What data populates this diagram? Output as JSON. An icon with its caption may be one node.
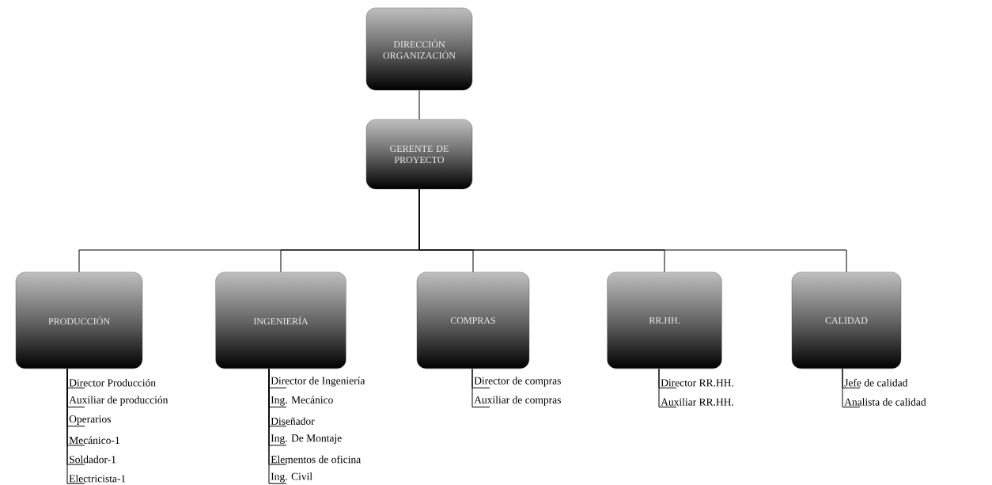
{
  "diagram": {
    "nodes": [
      {
        "text": [
          "DIRECCIÓN ORGANIZACIÓN"
        ]
      },
      {
        "text": [
          "GERENTE DE PROYECTO"
        ]
      },
      {
        "text": [
          "PRODUCCIÓN"
        ]
      },
      {
        "text": [
          "INGENIERÍA"
        ]
      },
      {
        "text": [
          "COMPRAS"
        ]
      },
      {
        "text": [
          "RR.HH."
        ]
      },
      {
        "text": [
          "CALIDAD"
        ]
      },
      {
        "text": [
          "Director Producción"
        ]
      },
      {
        "text": [
          "Auxiliar de producción"
        ]
      },
      {
        "text": [
          "Operarios"
        ]
      },
      {
        "text": [
          "Mecánico-1"
        ]
      },
      {
        "text": [
          "Soldador-1"
        ]
      },
      {
        "text": [
          "Electricista-1"
        ]
      },
      {
        "text": [
          "Director de Ingeniería"
        ]
      },
      {
        "text": [
          "Ing. Mecánico"
        ]
      },
      {
        "text": [
          "Diseñador"
        ]
      },
      {
        "text": [
          "Ing. De Montaje"
        ]
      },
      {
        "text": [
          "Elementos de oficina"
        ]
      },
      {
        "text": [
          "Ing. Civil"
        ]
      },
      {
        "text": [
          "Director de compras"
        ]
      },
      {
        "text": [
          "Auxiliar de compras"
        ]
      },
      {
        "text": [
          "Director RR.HH."
        ]
      },
      {
        "text": [
          "Auxiliar RR.HH."
        ]
      },
      {
        "text": [
          "Jefe de calidad"
        ]
      },
      {
        "text": [
          "Analista de calidad"
        ]
      }
    ],
    "edges": [
      {
        "from": 0,
        "to": 1,
        "arrow": "none"
      },
      {
        "from": 1,
        "to": 2,
        "arrow": "none"
      },
      {
        "from": 1,
        "to": 3,
        "arrow": "none"
      },
      {
        "from": 1,
        "to": 4,
        "arrow": "none"
      },
      {
        "from": 1,
        "to": 5,
        "arrow": "none"
      },
      {
        "from": 1,
        "to": 6,
        "arrow": "none"
      },
      {
        "from": 2,
        "to": 7,
        "arrow": "none"
      },
      {
        "from": 2,
        "to": 8,
        "arrow": "none"
      },
      {
        "from": 2,
        "to": 9,
        "arrow": "none"
      },
      {
        "from": 2,
        "to": 10,
        "arrow": "none"
      },
      {
        "from": 2,
        "to": 11,
        "arrow": "none"
      },
      {
        "from": 2,
        "to": 12,
        "arrow": "none"
      },
      {
        "from": 3,
        "to": 13,
        "arrow": "none"
      },
      {
        "from": 3,
        "to": 14,
        "arrow": "none"
      },
      {
        "from": 3,
        "to": 15,
        "arrow": "none"
      },
      {
        "from": 3,
        "to": 16,
        "arrow": "none"
      },
      {
        "from": 3,
        "to": 17,
        "arrow": "none"
      },
      {
        "from": 3,
        "to": 18,
        "arrow": "none"
      },
      {
        "from": 4,
        "to": 19,
        "arrow": "none"
      },
      {
        "from": 4,
        "to": 20,
        "arrow": "none"
      },
      {
        "from": 5,
        "to": 21,
        "arrow": "none"
      },
      {
        "from": 5,
        "to": 22,
        "arrow": "none"
      },
      {
        "from": 6,
        "to": 23,
        "arrow": "none"
      },
      {
        "from": 6,
        "to": 24,
        "arrow": "none"
      }
    ]
  }
}
